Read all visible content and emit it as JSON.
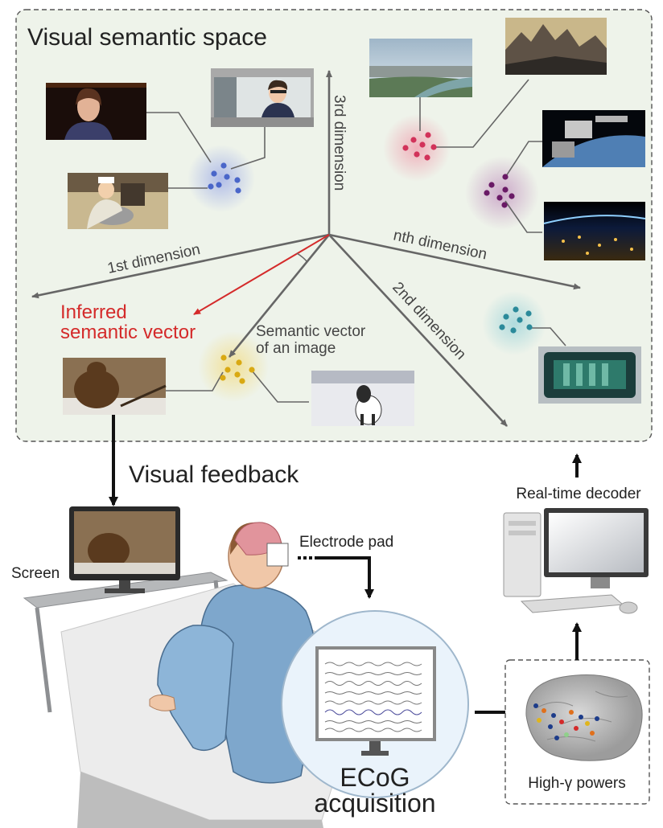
{
  "space": {
    "title": "Visual semantic space",
    "axes": {
      "d3": "3rd dimension",
      "d1": "1st dimension",
      "dn": "nth dimension",
      "d2": "2nd dimension"
    },
    "inferred_label_line1": "Inferred",
    "inferred_label_line2": "semantic vector",
    "semantic_label_line1": "Semantic vector",
    "semantic_label_line2": "of an image"
  },
  "feedback": {
    "label": "Visual feedback"
  },
  "setup": {
    "screen_label": "Screen",
    "electrode_label": "Electrode pad",
    "ecog_line1": "ECoG",
    "ecog_line2": "acquisition"
  },
  "decoder": {
    "label": "Real-time decoder"
  },
  "brain": {
    "label": "High-γ powers"
  },
  "colors": {
    "panel_bg": "#eef3ea",
    "axis": "#666666",
    "inferred": "#d42a2a",
    "cluster_blue": "#4a66c9",
    "cluster_red": "#d2325a",
    "cluster_purple": "#6a1a66",
    "cluster_teal": "#2b8a9a",
    "cluster_yellow": "#d9a912"
  }
}
